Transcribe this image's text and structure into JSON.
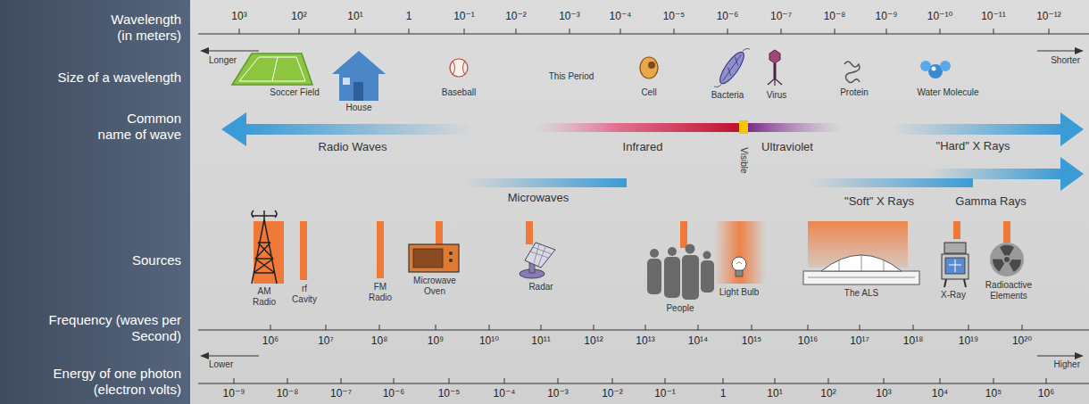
{
  "diagram": {
    "labels": [
      "Wavelength (in meters)",
      "Size of a wavelength",
      "Common name of wave",
      "Sources",
      "Frequency (waves per Second)",
      "Energy of one photon (electron volts)",
      "10³",
      "10²",
      "10¹",
      "1",
      "10⁻¹",
      "10⁻²",
      "10⁻³",
      "10⁻⁴",
      "10⁻⁵",
      "10⁻⁶",
      "10⁻⁷",
      "10⁻⁸",
      "10⁻⁹",
      "10⁻¹⁰",
      "10⁻¹¹",
      "10⁻¹²",
      "Longer",
      "Shorter",
      "Soccer Field",
      "House",
      "Baseball",
      "This Period",
      "Cell",
      "Bacteria",
      "Virus",
      "Protein",
      "Water Molecule",
      "Radio Waves",
      "Infrared",
      "Visible",
      "Ultraviolet",
      "\"Hard\" X Rays",
      "Microwaves",
      "\"Soft\" X Rays",
      "Gamma Rays",
      "AM Radio",
      "rf Cavity",
      "FM Radio",
      "Microwave Oven",
      "Radar",
      "People",
      "Light Bulb",
      "The ALS",
      "X-Ray",
      "Radioactive Elements",
      "10⁶",
      "10⁷",
      "10⁸",
      "10⁹",
      "10¹⁰",
      "10¹¹",
      "10¹²",
      "10¹³",
      "10¹⁴",
      "10¹⁵",
      "10¹⁶",
      "10¹⁷",
      "10¹⁸",
      "10¹⁹",
      "10²⁰",
      "Lower",
      "Higher",
      "10⁻⁹",
      "10⁻⁸",
      "10⁻⁷",
      "10⁻⁶",
      "10⁻⁵",
      "10⁻⁴",
      "10⁻³",
      "10⁻²",
      "10⁻¹",
      "1",
      "10¹",
      "10²",
      "10³",
      "10⁴",
      "10⁵",
      "10⁶"
    ]
  }
}
